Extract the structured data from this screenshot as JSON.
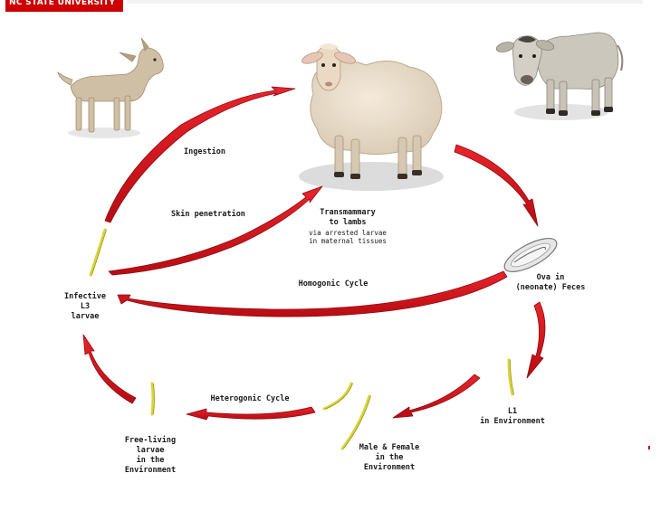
{
  "header": {
    "brand": "NC STATE UNIVERSITY"
  },
  "colors": {
    "arrow": "#d0141c",
    "arrow_dark": "#8e0a10",
    "larva": "#d9d338",
    "larva_edge": "#8f8a16",
    "brand": "#cc0000"
  },
  "diagram": {
    "labels": {
      "ingestion": "Ingestion",
      "skin_penetration": "Skin penetration",
      "transmammary": "Transmammary\nto lambs",
      "transmammary_sub": "via arrested larvae\nin maternal tissues",
      "homogonic": "Homogonic Cycle",
      "ova": "Ova in\n(neonate) Feces",
      "infective": "Infective\nL3\nlarvae",
      "l1": "L1\nin Environment",
      "heterogonic": "Heterogonic Cycle",
      "free_living": "Free-living\nlarvae\nin the\nEnvironment",
      "male_female": "Male & Female\nin the\nEnvironment"
    },
    "icons": [
      "goat-icon",
      "sheep-icon",
      "calf-icon",
      "egg-icon",
      "larva-icon"
    ]
  }
}
